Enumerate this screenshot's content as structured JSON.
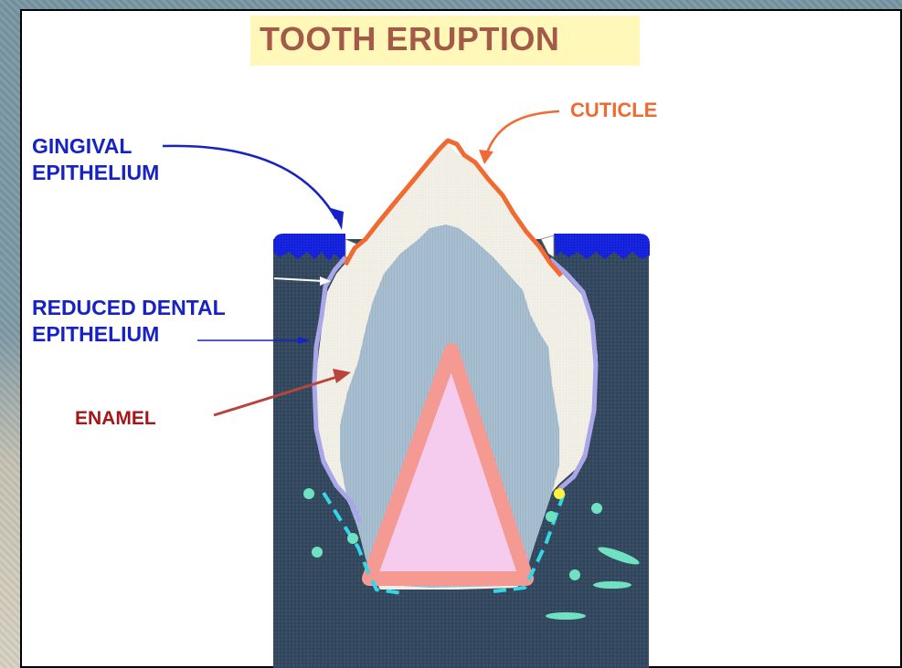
{
  "title": "TOOTH  ERUPTION",
  "labels": {
    "gingival_line1": "GINGIVAL",
    "gingival_line2": "EPITHELIUM",
    "reduced_line1": "REDUCED DENTAL",
    "reduced_line2": "EPITHELIUM",
    "enamel": "ENAMEL",
    "cuticle": "CUTICLE"
  },
  "colors": {
    "title_background": "#fff8b8",
    "title_text": "#a35a48",
    "label_blue": "#1722c4",
    "label_red": "#a5161a",
    "cuticle_orange": "#f06a32",
    "bone": "#33485e",
    "gingiva": "#1522e0",
    "enamel": "#f1efe6",
    "dentin": "#9bb4c8",
    "pulp": "#f6ccee",
    "pulp_border": "#f59a93",
    "epithelium_outline": "#a9a6ea",
    "follicle_dash": "#35d6e6",
    "cells": "#6fe3c1"
  }
}
